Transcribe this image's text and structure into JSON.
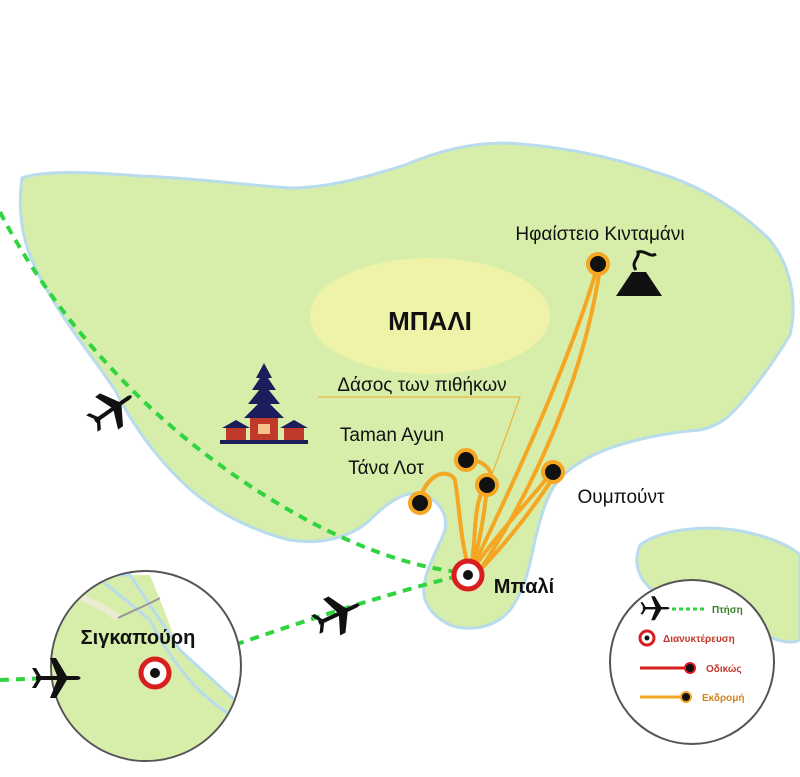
{
  "island": {
    "label": "ΜΠΑΛΙ"
  },
  "places": {
    "kintamani": "Ηφαίστειο Κινταμάνι",
    "monkey_forest": "Δάσος των πιθήκων",
    "taman_ayun": "Taman Ayun",
    "tanah_lot": "Τάνα Λοτ",
    "ubud": "Ουμπούντ",
    "bali_city": "Μπαλί",
    "singapore": "Σιγκαπούρη"
  },
  "legend": {
    "flight": "Πτήση",
    "overnight": "Διανυκτέρευση",
    "road": "Οδικώς",
    "excursion": "Εκδρομή"
  },
  "colors": {
    "land": "#d6eeaa",
    "land_outline": "#b8dcec",
    "highland": "#eef3a8",
    "flight_route": "#2fd43f",
    "excursion_route": "#f5a623",
    "road_route": "#d81e1e",
    "overnight_ring": "#d81e1e"
  },
  "icons": [
    "airplane-icon",
    "volcano-icon",
    "temple-icon",
    "overnight-marker-icon",
    "excursion-stop-icon"
  ]
}
